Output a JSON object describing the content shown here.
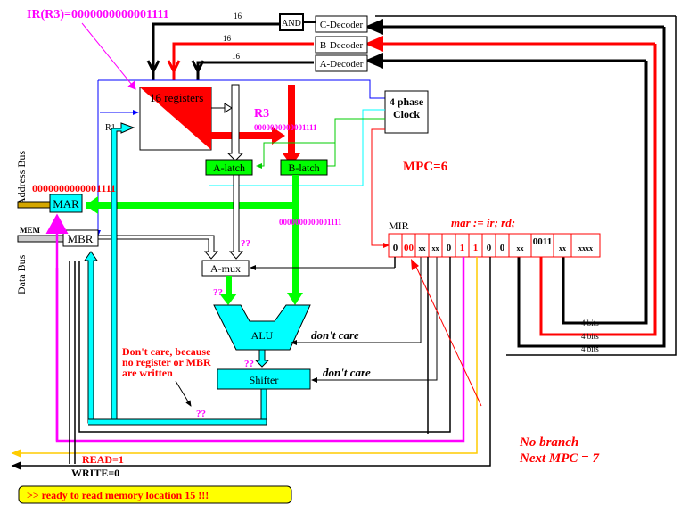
{
  "annotations": {
    "ir_value": "IR(R3)=0000000000001111",
    "r3_label": "R3",
    "r3_value": "0000000000001111",
    "mar_value": "0000000000001111",
    "b_bus_value": "0000000000001111",
    "mpc": "MPC=6",
    "mir_instruction": "mar := ir; rd;",
    "alu_control": "don't care",
    "shifter_control": "don't care",
    "dont_care_note_1": "Don't care, because",
    "dont_care_note_2": "no register or MBR",
    "dont_care_note_3": "are written",
    "unknown_a": "??",
    "unknown_amux": "??",
    "unknown_shifter": "??",
    "unknown_cbus": "??",
    "no_branch": "No branch",
    "next_mpc": "Next MPC = 7",
    "read": "READ=1",
    "write": "WRITE=0",
    "status_banner": ">> ready to read memory location 15 !!!"
  },
  "components": {
    "registers": "16 registers",
    "a_latch": "A-latch",
    "b_latch": "B-latch",
    "a_mux": "A-mux",
    "alu": "ALU",
    "shifter": "Shifter",
    "mar": "MAR",
    "mbr": "MBR",
    "clock_line1": "4 phase",
    "clock_line2": "Clock",
    "c_decoder": "C-Decoder",
    "b_decoder": "B-Decoder",
    "a_decoder": "A-Decoder",
    "and_gate": "AND",
    "mir": "MIR",
    "r1": "R1",
    "mem": "MEM",
    "address_bus": "Address Bus",
    "data_bus": "Data Bus",
    "bus_width_c": "16",
    "bus_width_b": "16",
    "bus_width_a": "16",
    "bits_1": "4 bits",
    "bits_2": "4 bits",
    "bits_3": "4 bits"
  },
  "mir_fields": [
    "0",
    "00",
    "xx",
    "xx",
    "0",
    "1",
    "1",
    "0",
    "0",
    "xx",
    "0011",
    "xx",
    "xxxx"
  ],
  "colors": {
    "red": "#ff0000",
    "magenta": "#ff00ff",
    "green": "#00ff00",
    "cyan": "#00ffff",
    "blue": "#0000ff",
    "gold": "#ffcc00",
    "bus_brown": "#d4a600",
    "bus_gray": "#cccccc",
    "banner": "#ffff00"
  }
}
